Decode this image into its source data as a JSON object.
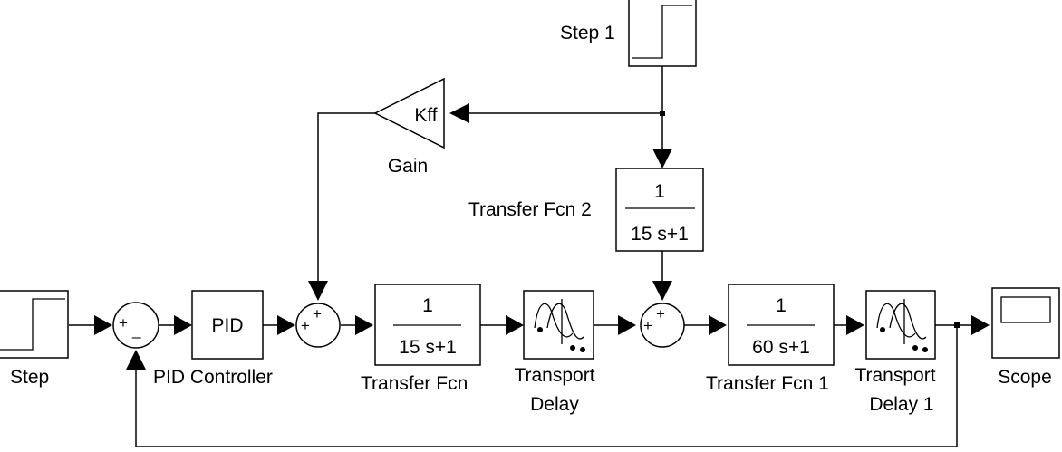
{
  "blocks": {
    "step": {
      "label": "Step"
    },
    "step1": {
      "label": "Step 1"
    },
    "gain": {
      "label": "Gain",
      "symbol": "Kff"
    },
    "pid": {
      "label": "PID Controller",
      "symbol": "PID"
    },
    "tf": {
      "label": "Transfer Fcn",
      "num": "1",
      "den": "15 s+1"
    },
    "tf1": {
      "label": "Transfer Fcn  1",
      "num": "1",
      "den": "60 s+1"
    },
    "tf2": {
      "label": "Transfer Fcn  2",
      "num": "1",
      "den": "15 s+1"
    },
    "delay": {
      "label_line1": "Transport",
      "label_line2": "Delay"
    },
    "delay1": {
      "label_line1": "Transport",
      "label_line2": "Delay 1"
    },
    "scope": {
      "label": "Scope"
    },
    "sum1": {
      "top": "",
      "left": "+",
      "bottom": "_"
    },
    "sum2": {
      "top": "+",
      "left": "+"
    },
    "sum3": {
      "top": "+",
      "left": "+"
    }
  }
}
